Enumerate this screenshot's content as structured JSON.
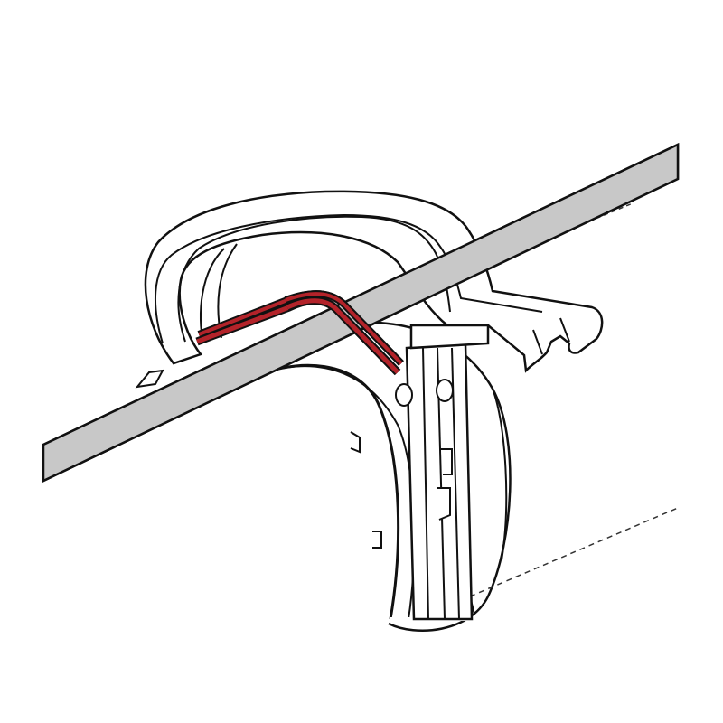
{
  "illustration": {
    "subject": "cable-clip-on-pipe",
    "colors": {
      "background": "#ffffff",
      "outline": "#111111",
      "rail_fill": "#c8c8c8",
      "clip_fill": "#ffffff",
      "clip_inner_line": "#111111",
      "highlight": "#b3232a",
      "dashed_line": "#333333"
    },
    "icons": [
      "pipe",
      "clip",
      "cable-rail",
      "spring-arms"
    ]
  }
}
